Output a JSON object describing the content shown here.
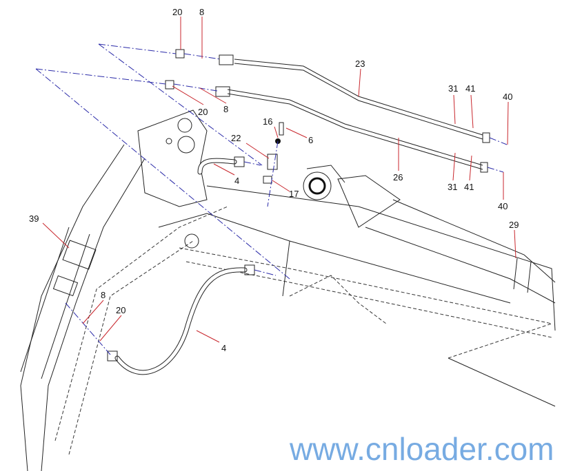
{
  "diagram": {
    "watermark": "www.cnloader.com",
    "labels": {
      "l20a": "20",
      "l8a": "8",
      "l23": "23",
      "l31a": "31",
      "l41a": "41",
      "l40a": "40",
      "l20b": "20",
      "l8b": "8",
      "l16": "16",
      "l6": "6",
      "l22": "22",
      "l4a": "4",
      "l17": "17",
      "l26": "26",
      "l31b": "31",
      "l41b": "41",
      "l40b": "40",
      "l29": "29",
      "l39": "39",
      "l8c": "8",
      "l20c": "20",
      "l4b": "4"
    },
    "colors": {
      "leader": "#c8262c",
      "axis_line": "#2a2aa8",
      "watermark": "#4a90d9"
    }
  }
}
